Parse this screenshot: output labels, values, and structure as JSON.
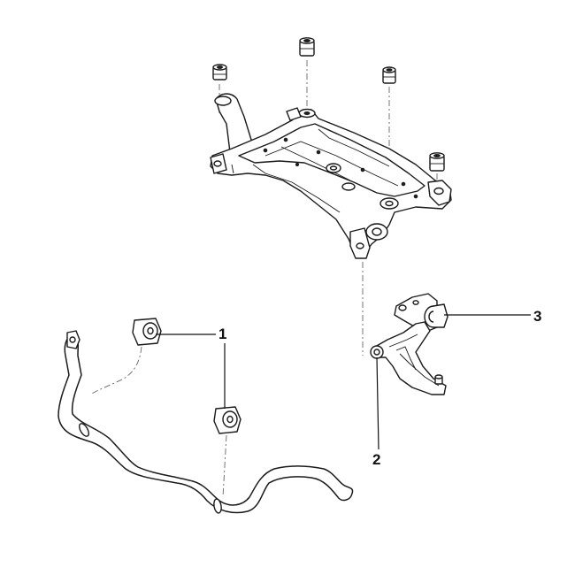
{
  "callouts": [
    {
      "number": "1",
      "part": "stabilizer-bar-bushing"
    },
    {
      "number": "2",
      "part": "lower-control-arm"
    },
    {
      "number": "3",
      "part": "lower-control-arm-rear-bushing"
    }
  ],
  "colors": {
    "line": "#1a1a1a",
    "dash": "#555555",
    "background": "#ffffff"
  }
}
